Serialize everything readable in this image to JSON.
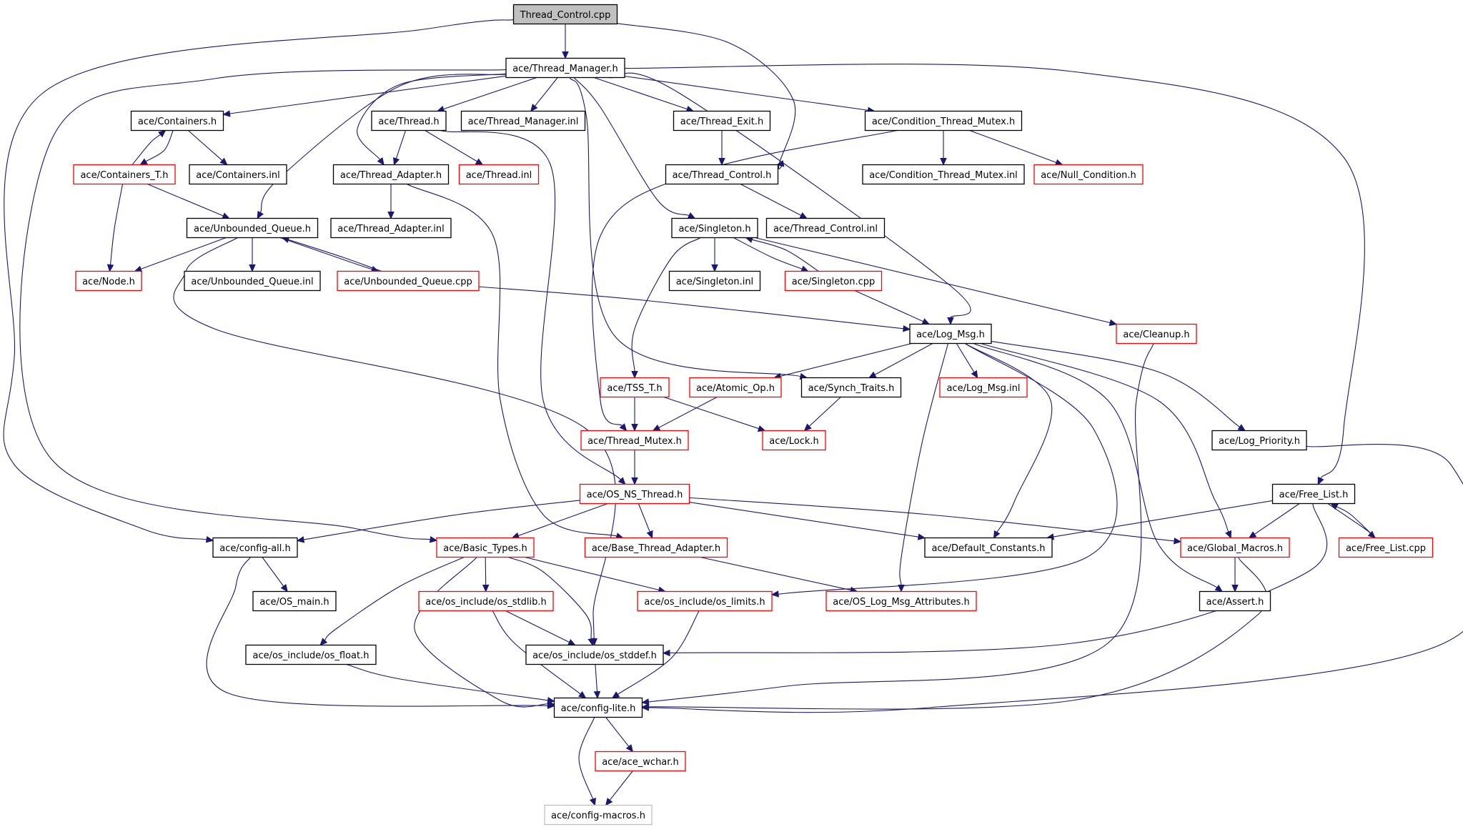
{
  "diagram": {
    "title": "",
    "colors": {
      "edge": "#191970",
      "border_normal": "#000000",
      "border_truncated": "#ff0000",
      "border_grayed": "#bfbfbf",
      "root_fill": "#c0c0c0"
    },
    "nodes": [
      {
        "id": "thread_control_cpp",
        "label": "Thread_Control.cpp",
        "style": "root"
      },
      {
        "id": "thread_manager_h",
        "label": "ace/Thread_Manager.h",
        "style": "normal"
      },
      {
        "id": "containers_h",
        "label": "ace/Containers.h",
        "style": "normal"
      },
      {
        "id": "thread_h",
        "label": "ace/Thread.h",
        "style": "normal"
      },
      {
        "id": "thread_manager_inl",
        "label": "ace/Thread_Manager.inl",
        "style": "normal"
      },
      {
        "id": "thread_exit_h",
        "label": "ace/Thread_Exit.h",
        "style": "normal"
      },
      {
        "id": "condition_thread_mutex_h",
        "label": "ace/Condition_Thread_Mutex.h",
        "style": "normal"
      },
      {
        "id": "containers_t_h",
        "label": "ace/Containers_T.h",
        "style": "truncated"
      },
      {
        "id": "containers_inl",
        "label": "ace/Containers.inl",
        "style": "normal"
      },
      {
        "id": "thread_adapter_h",
        "label": "ace/Thread_Adapter.h",
        "style": "normal"
      },
      {
        "id": "thread_inl",
        "label": "ace/Thread.inl",
        "style": "truncated"
      },
      {
        "id": "thread_control_h",
        "label": "ace/Thread_Control.h",
        "style": "normal"
      },
      {
        "id": "condition_thread_mutex_inl",
        "label": "ace/Condition_Thread_Mutex.inl",
        "style": "normal"
      },
      {
        "id": "null_condition_h",
        "label": "ace/Null_Condition.h",
        "style": "truncated"
      },
      {
        "id": "unbounded_queue_h",
        "label": "ace/Unbounded_Queue.h",
        "style": "normal"
      },
      {
        "id": "thread_adapter_inl",
        "label": "ace/Thread_Adapter.inl",
        "style": "normal"
      },
      {
        "id": "singleton_h",
        "label": "ace/Singleton.h",
        "style": "normal"
      },
      {
        "id": "thread_control_inl",
        "label": "ace/Thread_Control.inl",
        "style": "normal"
      },
      {
        "id": "node_h",
        "label": "ace/Node.h",
        "style": "truncated"
      },
      {
        "id": "unbounded_queue_inl",
        "label": "ace/Unbounded_Queue.inl",
        "style": "normal"
      },
      {
        "id": "unbounded_queue_cpp",
        "label": "ace/Unbounded_Queue.cpp",
        "style": "truncated"
      },
      {
        "id": "singleton_inl",
        "label": "ace/Singleton.inl",
        "style": "normal"
      },
      {
        "id": "singleton_cpp",
        "label": "ace/Singleton.cpp",
        "style": "truncated"
      },
      {
        "id": "log_msg_h",
        "label": "ace/Log_Msg.h",
        "style": "normal"
      },
      {
        "id": "cleanup_h",
        "label": "ace/Cleanup.h",
        "style": "truncated"
      },
      {
        "id": "tss_t_h",
        "label": "ace/TSS_T.h",
        "style": "truncated"
      },
      {
        "id": "atomic_op_h",
        "label": "ace/Atomic_Op.h",
        "style": "truncated"
      },
      {
        "id": "synch_traits_h",
        "label": "ace/Synch_Traits.h",
        "style": "normal"
      },
      {
        "id": "log_msg_inl",
        "label": "ace/Log_Msg.inl",
        "style": "truncated"
      },
      {
        "id": "thread_mutex_h",
        "label": "ace/Thread_Mutex.h",
        "style": "truncated"
      },
      {
        "id": "lock_h",
        "label": "ace/Lock.h",
        "style": "truncated"
      },
      {
        "id": "log_priority_h",
        "label": "ace/Log_Priority.h",
        "style": "normal"
      },
      {
        "id": "os_ns_thread_h",
        "label": "ace/OS_NS_Thread.h",
        "style": "truncated"
      },
      {
        "id": "free_list_h",
        "label": "ace/Free_List.h",
        "style": "normal"
      },
      {
        "id": "config_all_h",
        "label": "ace/config-all.h",
        "style": "normal"
      },
      {
        "id": "basic_types_h",
        "label": "ace/Basic_Types.h",
        "style": "truncated"
      },
      {
        "id": "base_thread_adapter_h",
        "label": "ace/Base_Thread_Adapter.h",
        "style": "truncated"
      },
      {
        "id": "default_constants_h",
        "label": "ace/Default_Constants.h",
        "style": "normal"
      },
      {
        "id": "global_macros_h",
        "label": "ace/Global_Macros.h",
        "style": "truncated"
      },
      {
        "id": "free_list_cpp",
        "label": "ace/Free_List.cpp",
        "style": "truncated"
      },
      {
        "id": "os_main_h",
        "label": "ace/OS_main.h",
        "style": "normal"
      },
      {
        "id": "os_stdlib_h",
        "label": "ace/os_include/os_stdlib.h",
        "style": "truncated"
      },
      {
        "id": "os_limits_h",
        "label": "ace/os_include/os_limits.h",
        "style": "truncated"
      },
      {
        "id": "os_log_msg_attributes_h",
        "label": "ace/OS_Log_Msg_Attributes.h",
        "style": "truncated"
      },
      {
        "id": "assert_h",
        "label": "ace/Assert.h",
        "style": "normal"
      },
      {
        "id": "os_float_h",
        "label": "ace/os_include/os_float.h",
        "style": "normal"
      },
      {
        "id": "os_stddef_h",
        "label": "ace/os_include/os_stddef.h",
        "style": "normal"
      },
      {
        "id": "config_lite_h",
        "label": "ace/config-lite.h",
        "style": "normal"
      },
      {
        "id": "ace_wchar_h",
        "label": "ace/ace_wchar.h",
        "style": "truncated"
      },
      {
        "id": "config_macros_h",
        "label": "ace/config-macros.h",
        "style": "grayed"
      }
    ],
    "edges": [
      [
        "thread_control_cpp",
        "thread_manager_h"
      ],
      [
        "thread_control_cpp",
        "thread_control_h"
      ],
      [
        "thread_control_cpp",
        "config_all_h"
      ],
      [
        "thread_manager_h",
        "containers_h"
      ],
      [
        "thread_manager_h",
        "thread_h"
      ],
      [
        "thread_manager_h",
        "thread_manager_inl"
      ],
      [
        "thread_manager_h",
        "thread_exit_h"
      ],
      [
        "thread_manager_h",
        "condition_thread_mutex_h"
      ],
      [
        "thread_manager_h",
        "thread_adapter_h"
      ],
      [
        "thread_manager_h",
        "unbounded_queue_h"
      ],
      [
        "thread_manager_h",
        "singleton_h"
      ],
      [
        "thread_manager_h",
        "log_msg_h"
      ],
      [
        "thread_manager_h",
        "synch_traits_h"
      ],
      [
        "thread_manager_h",
        "free_list_h"
      ],
      [
        "thread_manager_h",
        "basic_types_h"
      ],
      [
        "containers_h",
        "containers_t_h"
      ],
      [
        "containers_h",
        "containers_inl"
      ],
      [
        "containers_t_h",
        "containers_h"
      ],
      [
        "containers_t_h",
        "node_h"
      ],
      [
        "containers_t_h",
        "unbounded_queue_h"
      ],
      [
        "thread_h",
        "thread_adapter_h"
      ],
      [
        "thread_h",
        "thread_inl"
      ],
      [
        "thread_h",
        "os_ns_thread_h"
      ],
      [
        "thread_exit_h",
        "thread_control_h"
      ],
      [
        "condition_thread_mutex_h",
        "condition_thread_mutex_inl"
      ],
      [
        "condition_thread_mutex_h",
        "null_condition_h"
      ],
      [
        "condition_thread_mutex_h",
        "thread_mutex_h"
      ],
      [
        "thread_adapter_h",
        "thread_adapter_inl"
      ],
      [
        "thread_adapter_h",
        "base_thread_adapter_h"
      ],
      [
        "thread_control_h",
        "thread_control_inl"
      ],
      [
        "unbounded_queue_h",
        "node_h"
      ],
      [
        "unbounded_queue_h",
        "unbounded_queue_inl"
      ],
      [
        "unbounded_queue_h",
        "unbounded_queue_cpp"
      ],
      [
        "unbounded_queue_h",
        "os_stddef_h"
      ],
      [
        "unbounded_queue_cpp",
        "unbounded_queue_h"
      ],
      [
        "unbounded_queue_cpp",
        "log_msg_h"
      ],
      [
        "singleton_h",
        "singleton_inl"
      ],
      [
        "singleton_h",
        "singleton_cpp"
      ],
      [
        "singleton_h",
        "tss_t_h"
      ],
      [
        "singleton_h",
        "cleanup_h"
      ],
      [
        "singleton_cpp",
        "singleton_h"
      ],
      [
        "singleton_cpp",
        "log_msg_h"
      ],
      [
        "log_msg_h",
        "atomic_op_h"
      ],
      [
        "log_msg_h",
        "synch_traits_h"
      ],
      [
        "log_msg_h",
        "log_msg_inl"
      ],
      [
        "log_msg_h",
        "log_priority_h"
      ],
      [
        "log_msg_h",
        "default_constants_h"
      ],
      [
        "log_msg_h",
        "global_macros_h"
      ],
      [
        "log_msg_h",
        "assert_h"
      ],
      [
        "log_msg_h",
        "os_log_msg_attributes_h"
      ],
      [
        "log_msg_h",
        "os_limits_h"
      ],
      [
        "tss_t_h",
        "thread_mutex_h"
      ],
      [
        "tss_t_h",
        "lock_h"
      ],
      [
        "atomic_op_h",
        "thread_mutex_h"
      ],
      [
        "synch_traits_h",
        "lock_h"
      ],
      [
        "thread_mutex_h",
        "os_ns_thread_h"
      ],
      [
        "os_ns_thread_h",
        "config_all_h"
      ],
      [
        "os_ns_thread_h",
        "basic_types_h"
      ],
      [
        "os_ns_thread_h",
        "base_thread_adapter_h"
      ],
      [
        "os_ns_thread_h",
        "default_constants_h"
      ],
      [
        "os_ns_thread_h",
        "global_macros_h"
      ],
      [
        "free_list_h",
        "free_list_cpp"
      ],
      [
        "free_list_h",
        "global_macros_h"
      ],
      [
        "free_list_h",
        "default_constants_h"
      ],
      [
        "free_list_h",
        "os_stddef_h"
      ],
      [
        "free_list_cpp",
        "free_list_h"
      ],
      [
        "config_all_h",
        "os_main_h"
      ],
      [
        "config_all_h",
        "config_lite_h"
      ],
      [
        "basic_types_h",
        "os_stdlib_h"
      ],
      [
        "basic_types_h",
        "os_limits_h"
      ],
      [
        "basic_types_h",
        "os_float_h"
      ],
      [
        "basic_types_h",
        "os_stddef_h"
      ],
      [
        "basic_types_h",
        "config_lite_h"
      ],
      [
        "base_thread_adapter_h",
        "os_log_msg_attributes_h"
      ],
      [
        "global_macros_h",
        "assert_h"
      ],
      [
        "global_macros_h",
        "config_lite_h"
      ],
      [
        "os_stdlib_h",
        "os_stddef_h"
      ],
      [
        "os_stdlib_h",
        "config_lite_h"
      ],
      [
        "os_limits_h",
        "config_lite_h"
      ],
      [
        "os_float_h",
        "config_lite_h"
      ],
      [
        "os_stddef_h",
        "config_lite_h"
      ],
      [
        "cleanup_h",
        "config_lite_h"
      ],
      [
        "log_priority_h",
        "config_lite_h"
      ],
      [
        "config_lite_h",
        "ace_wchar_h"
      ],
      [
        "config_lite_h",
        "config_macros_h"
      ],
      [
        "ace_wchar_h",
        "config_macros_h"
      ]
    ]
  }
}
